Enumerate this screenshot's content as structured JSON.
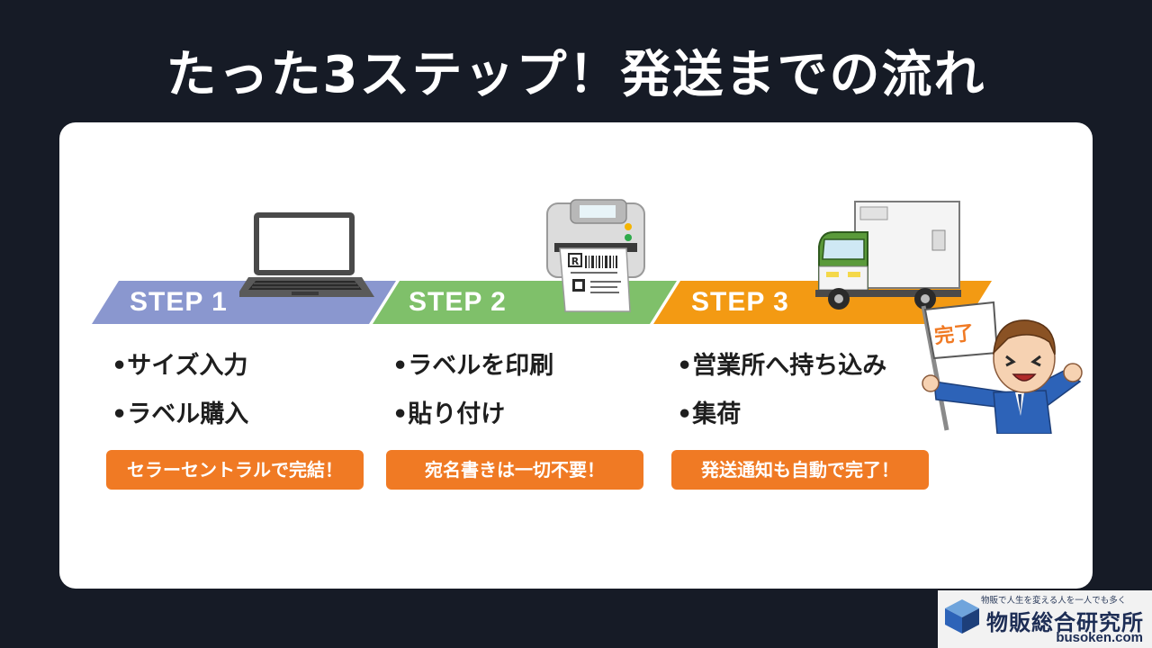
{
  "title": "たった3ステップ！発送までの流れ",
  "colors": {
    "background": "#161b26",
    "step1": "#8a97cf",
    "step2": "#7fc06a",
    "step3": "#f39a13",
    "pill": "#f07a24"
  },
  "steps": [
    {
      "label": "STEP 1",
      "icon": "laptop-icon",
      "bullets": [
        "•サイズ入力",
        "•ラベル購入"
      ],
      "note": "セラーセントラルで完結！"
    },
    {
      "label": "STEP 2",
      "icon": "label-printer-icon",
      "bullets": [
        "•ラベルを印刷",
        "•貼り付け"
      ],
      "note": "宛名書きは一切不要！"
    },
    {
      "label": "STEP 3",
      "icon": "delivery-truck-icon",
      "bullets": [
        "•営業所へ持ち込み",
        "•集荷"
      ],
      "note": "発送通知も自動で完了！"
    }
  ],
  "mascot": {
    "flag_text": "完了",
    "icon": "cheering-man-icon"
  },
  "logo": {
    "tagline": "物販で人生を変える人を一人でも多く",
    "name": "物販総合研究所",
    "url": "busoken.com"
  }
}
